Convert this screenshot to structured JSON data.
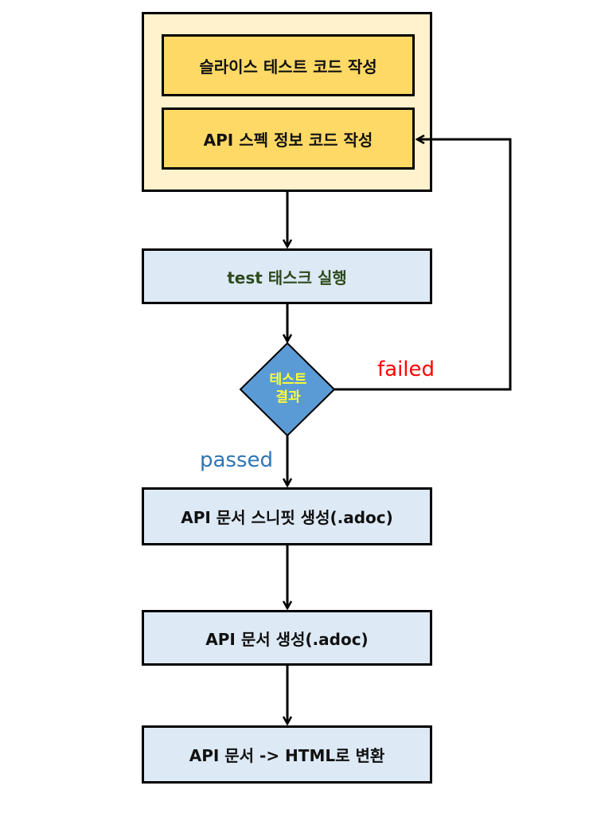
{
  "steps": {
    "slice_test": "슬라이스 테스트 코드 작성",
    "api_spec": "API 스펙 정보 코드 작성",
    "run_test": "test 태스크 실행",
    "snippet": "API 문서 스니핏 생성(.adoc)",
    "doc": "API 문서 생성(.adoc)",
    "html": "API 문서 -> HTML로 변환"
  },
  "decision": {
    "line1": "테스트",
    "line2": "결과"
  },
  "branches": {
    "failed": "failed",
    "passed": "passed"
  },
  "colors": {
    "group_bg": "#fff2cc",
    "yellow_box": "#ffd966",
    "blue_box": "#dde9f5",
    "diamond": "#5b9bd5",
    "failed": "#ff0000",
    "passed": "#2e75b6"
  }
}
